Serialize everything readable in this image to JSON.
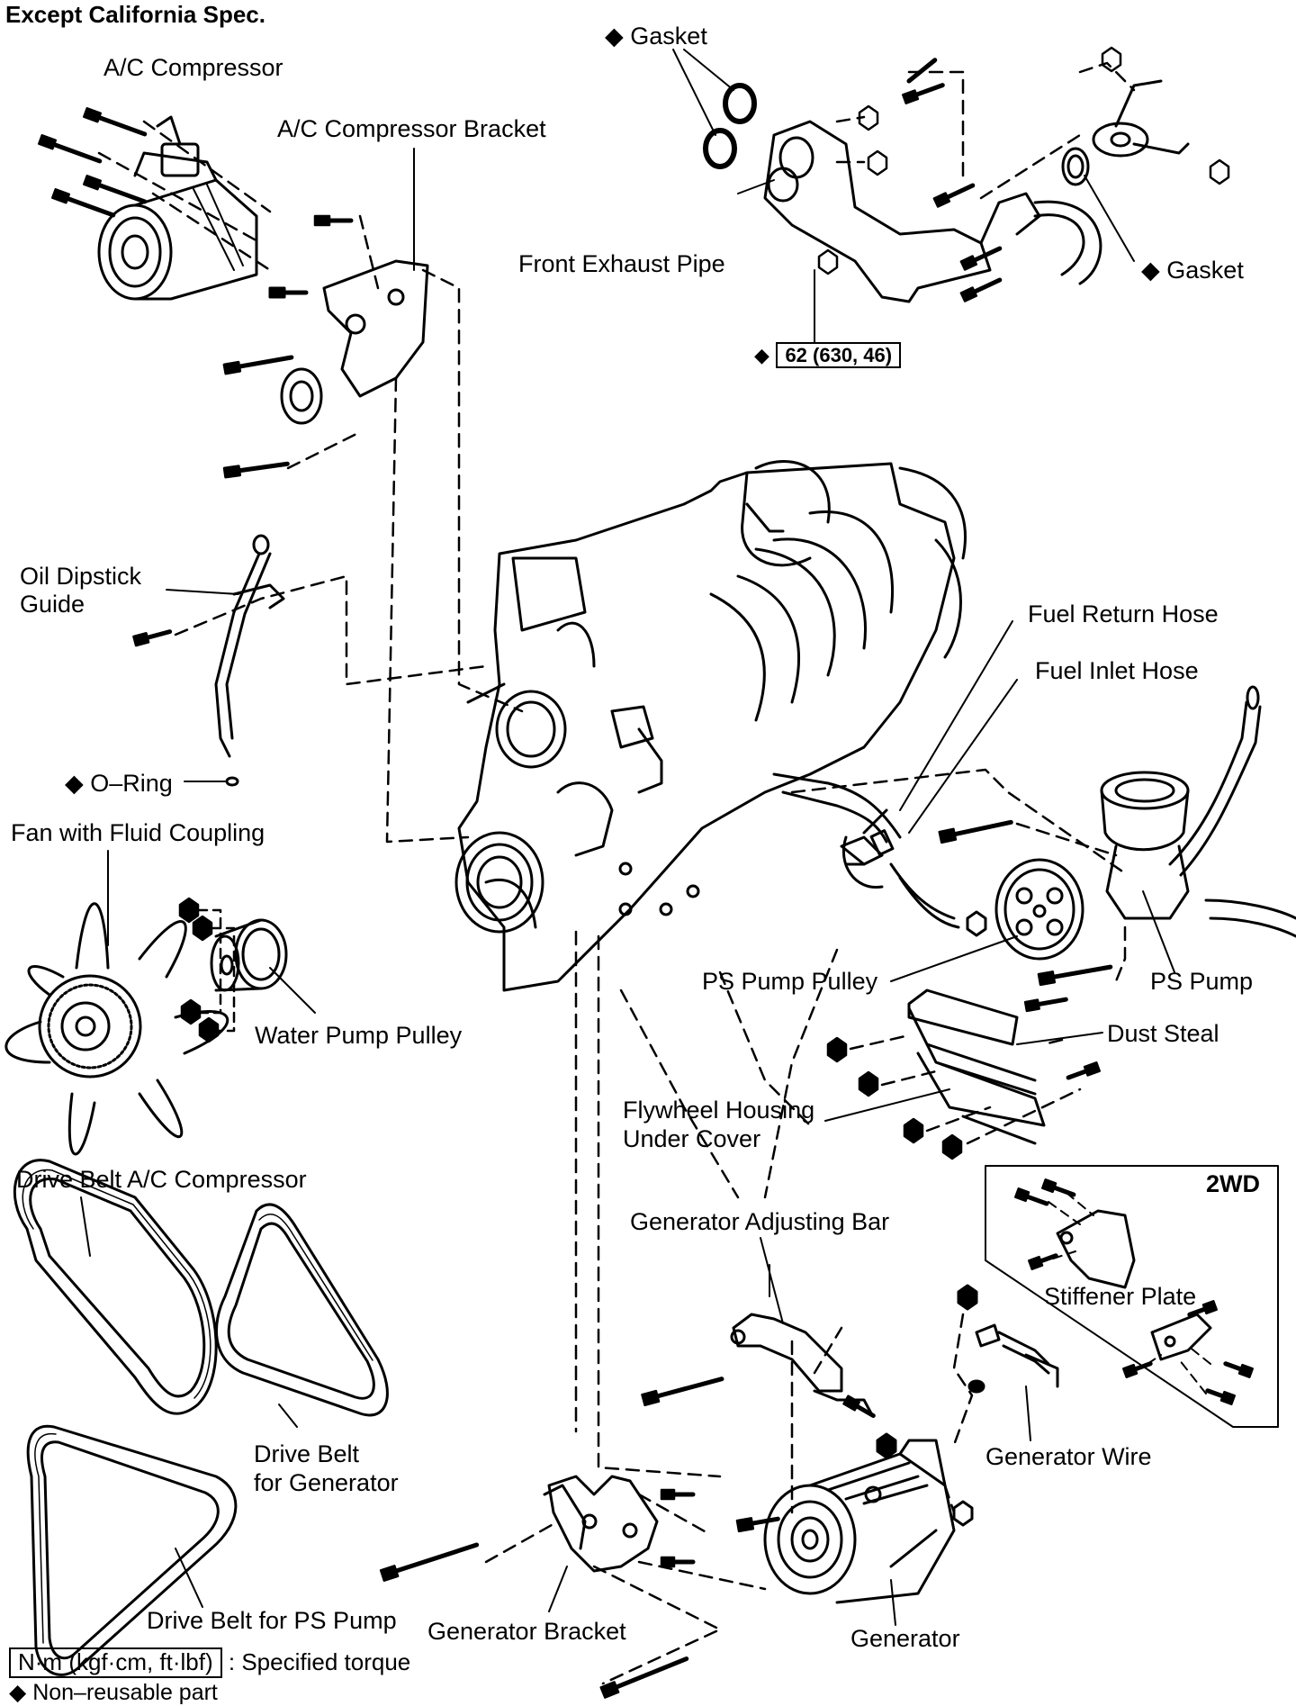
{
  "header": {
    "title": "Except California Spec."
  },
  "labels": {
    "ac_compressor": "A/C Compressor",
    "ac_compressor_bracket": "A/C Compressor Bracket",
    "gasket": "Gasket",
    "front_exhaust_pipe": "Front Exhaust Pipe",
    "torque_value": "62 (630, 46)",
    "oil_dipstick_guide_l1": "Oil Dipstick",
    "oil_dipstick_guide_l2": "Guide",
    "o_ring": "O–Ring",
    "fan_with_fluid_coupling": "Fan with Fluid Coupling",
    "water_pump_pulley": "Water Pump Pulley",
    "fuel_return_hose": "Fuel Return Hose",
    "fuel_inlet_hose": "Fuel Inlet Hose",
    "ps_pump_pulley": "PS Pump Pulley",
    "ps_pump": "PS Pump",
    "dust_steal": "Dust Steal",
    "flywheel_l1": "Flywheel Housing",
    "flywheel_l2": "Under Cover",
    "drive_belt_ac": "Drive Belt A/C Compressor",
    "generator_adjusting_bar": "Generator Adjusting Bar",
    "two_wd": "2WD",
    "stiffener_plate": "Stiffener Plate",
    "drive_belt_gen_l1": "Drive Belt",
    "drive_belt_gen_l2": "for Generator",
    "generator_wire": "Generator Wire",
    "drive_belt_ps": "Drive Belt for PS Pump",
    "generator_bracket": "Generator Bracket",
    "generator": "Generator"
  },
  "legend": {
    "torque_units": "N·m (kgf·cm, ft·lbf)",
    "torque_desc": ": Specified torque",
    "nonreusable": "Non–reusable part"
  },
  "symbols": {
    "diamond": "◆"
  }
}
